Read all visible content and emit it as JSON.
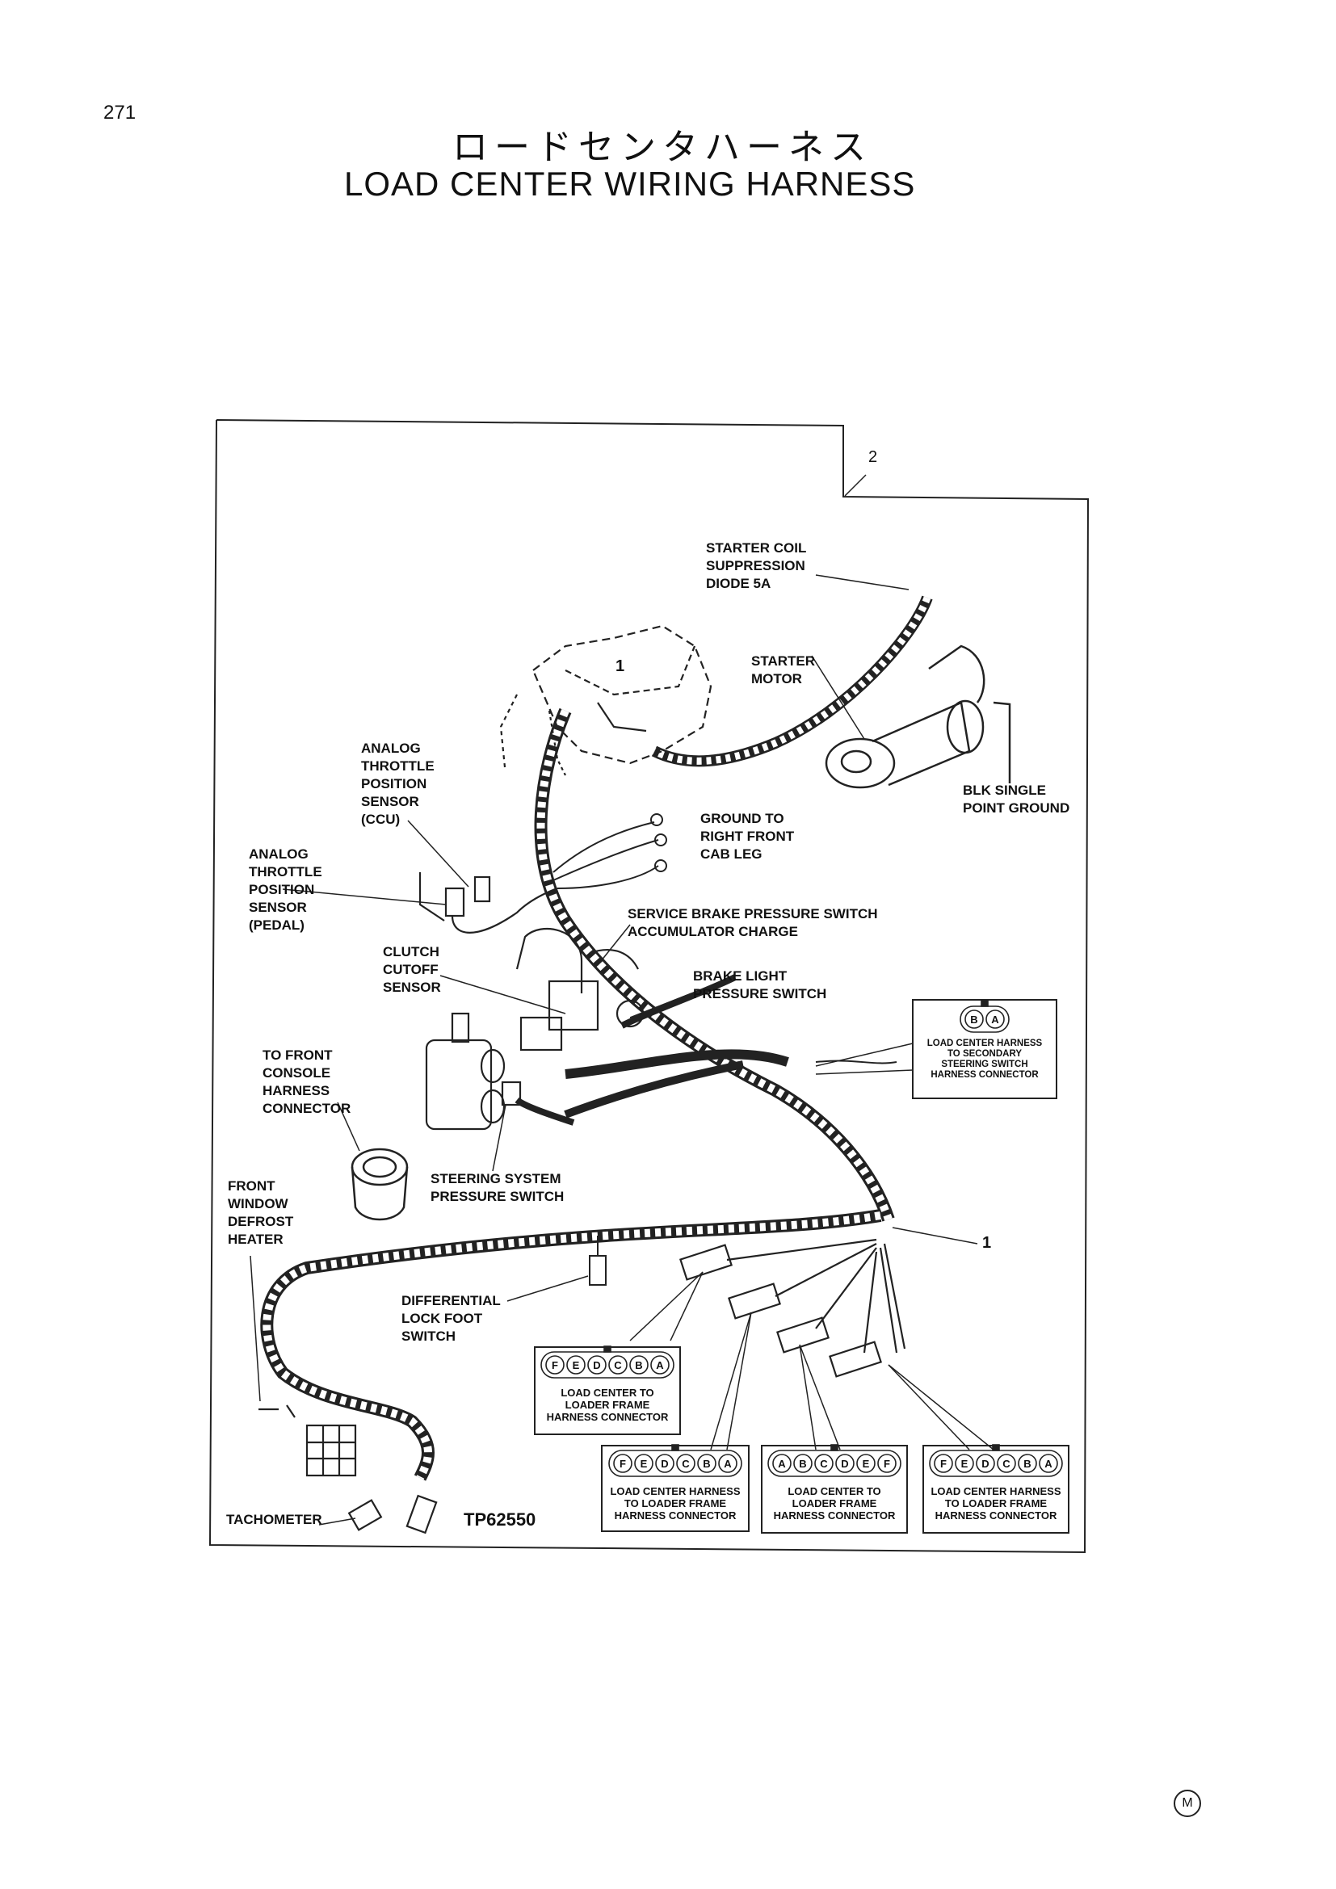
{
  "page": {
    "number": "271",
    "title_jp": "ロードセンタハーネス",
    "title_en": "LOAD CENTER WIRING HARNESS",
    "figure_id": "TP62550",
    "footer_mark": "M"
  },
  "callouts": {
    "one_a": "1",
    "one_b": "1",
    "two": "2"
  },
  "labels": {
    "starter_coil": [
      "STARTER COIL",
      "SUPPRESSION",
      "DIODE 5A"
    ],
    "starter_motor": [
      "STARTER",
      "MOTOR"
    ],
    "blk_ground": [
      "BLK SINGLE",
      "POINT GROUND"
    ],
    "ground_cab": [
      "GROUND TO",
      "RIGHT FRONT",
      "CAB LEG"
    ],
    "tps_ccu": [
      "ANALOG",
      "THROTTLE",
      "POSITION",
      "SENSOR",
      "(CCU)"
    ],
    "tps_pedal": [
      "ANALOG",
      "THROTTLE",
      "POSITION",
      "SENSOR",
      "(PEDAL)"
    ],
    "service_brake": [
      "SERVICE BRAKE PRESSURE SWITCH",
      "ACCUMULATOR CHARGE"
    ],
    "clutch_cutoff": [
      "CLUTCH",
      "CUTOFF",
      "SENSOR"
    ],
    "brake_light": [
      "BRAKE LIGHT",
      "PRESSURE SWITCH"
    ],
    "front_console": [
      "TO FRONT",
      "CONSOLE",
      "HARNESS",
      "CONNECTOR"
    ],
    "steering": [
      "STEERING SYSTEM",
      "PRESSURE SWITCH"
    ],
    "defrost": [
      "FRONT",
      "WINDOW",
      "DEFROST",
      "HEATER"
    ],
    "diff_lock": [
      "DIFFERENTIAL",
      "LOCK FOOT",
      "SWITCH"
    ],
    "tachometer": "TACHOMETER"
  },
  "connectors": [
    {
      "pins": [
        "B",
        "A"
      ],
      "text": [
        "LOAD CENTER HARNESS",
        "TO SECONDARY",
        "STEERING SWITCH",
        "HARNESS CONNECTOR"
      ]
    },
    {
      "pins": [
        "F",
        "E",
        "D",
        "C",
        "B",
        "A"
      ],
      "text": [
        "LOAD CENTER TO",
        "LOADER FRAME",
        "HARNESS CONNECTOR"
      ]
    },
    {
      "pins": [
        "F",
        "E",
        "D",
        "C",
        "B",
        "A"
      ],
      "text": [
        "LOAD CENTER HARNESS",
        "TO LOADER FRAME",
        "HARNESS CONNECTOR"
      ]
    },
    {
      "pins": [
        "A",
        "B",
        "C",
        "D",
        "E",
        "F"
      ],
      "text": [
        "LOAD CENTER TO",
        "LOADER FRAME",
        "HARNESS CONNECTOR"
      ]
    },
    {
      "pins": [
        "F",
        "E",
        "D",
        "C",
        "B",
        "A"
      ],
      "text": [
        "LOAD CENTER HARNESS",
        "TO LOADER FRAME",
        "HARNESS CONNECTOR"
      ]
    }
  ]
}
